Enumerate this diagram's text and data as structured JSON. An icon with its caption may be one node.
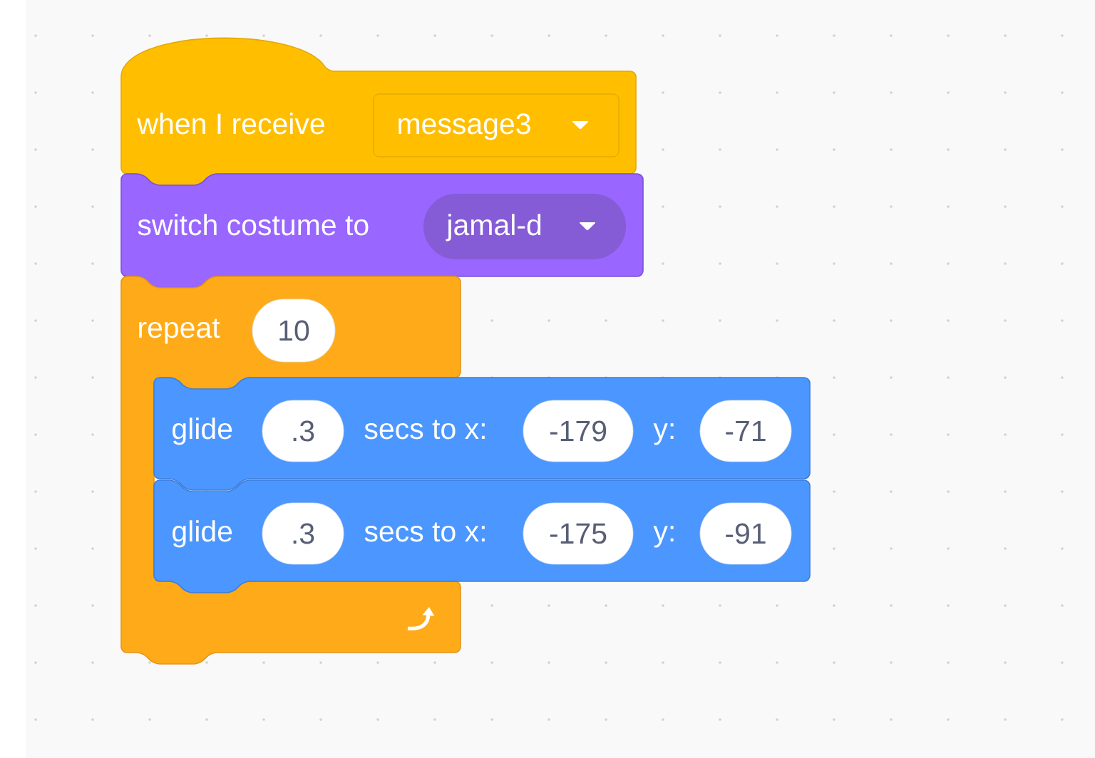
{
  "diagram": {
    "nodes": [
      {
        "text": [
          "when I receive"
        ]
      },
      {
        "text": [
          "message3"
        ],
        "in": 0
      },
      {
        "text": [
          "switch costume to"
        ]
      },
      {
        "text": [
          "jamal-d"
        ],
        "in": 2
      },
      {
        "text": [
          "repeat"
        ]
      },
      {
        "text": [
          "10"
        ],
        "in": 4
      },
      {
        "text": [
          "glide",
          "secs to x:",
          "y:"
        ]
      },
      {
        "text": [
          ".3"
        ],
        "in": 6
      },
      {
        "text": [
          "-179"
        ],
        "in": 6
      },
      {
        "text": [
          "-71"
        ],
        "in": 6
      },
      {
        "text": [
          "glide",
          "secs to x:",
          "y:"
        ]
      },
      {
        "text": [
          ".3"
        ],
        "in": 10
      },
      {
        "text": [
          "-175"
        ],
        "in": 10
      },
      {
        "text": [
          "-91"
        ],
        "in": 10
      }
    ]
  }
}
